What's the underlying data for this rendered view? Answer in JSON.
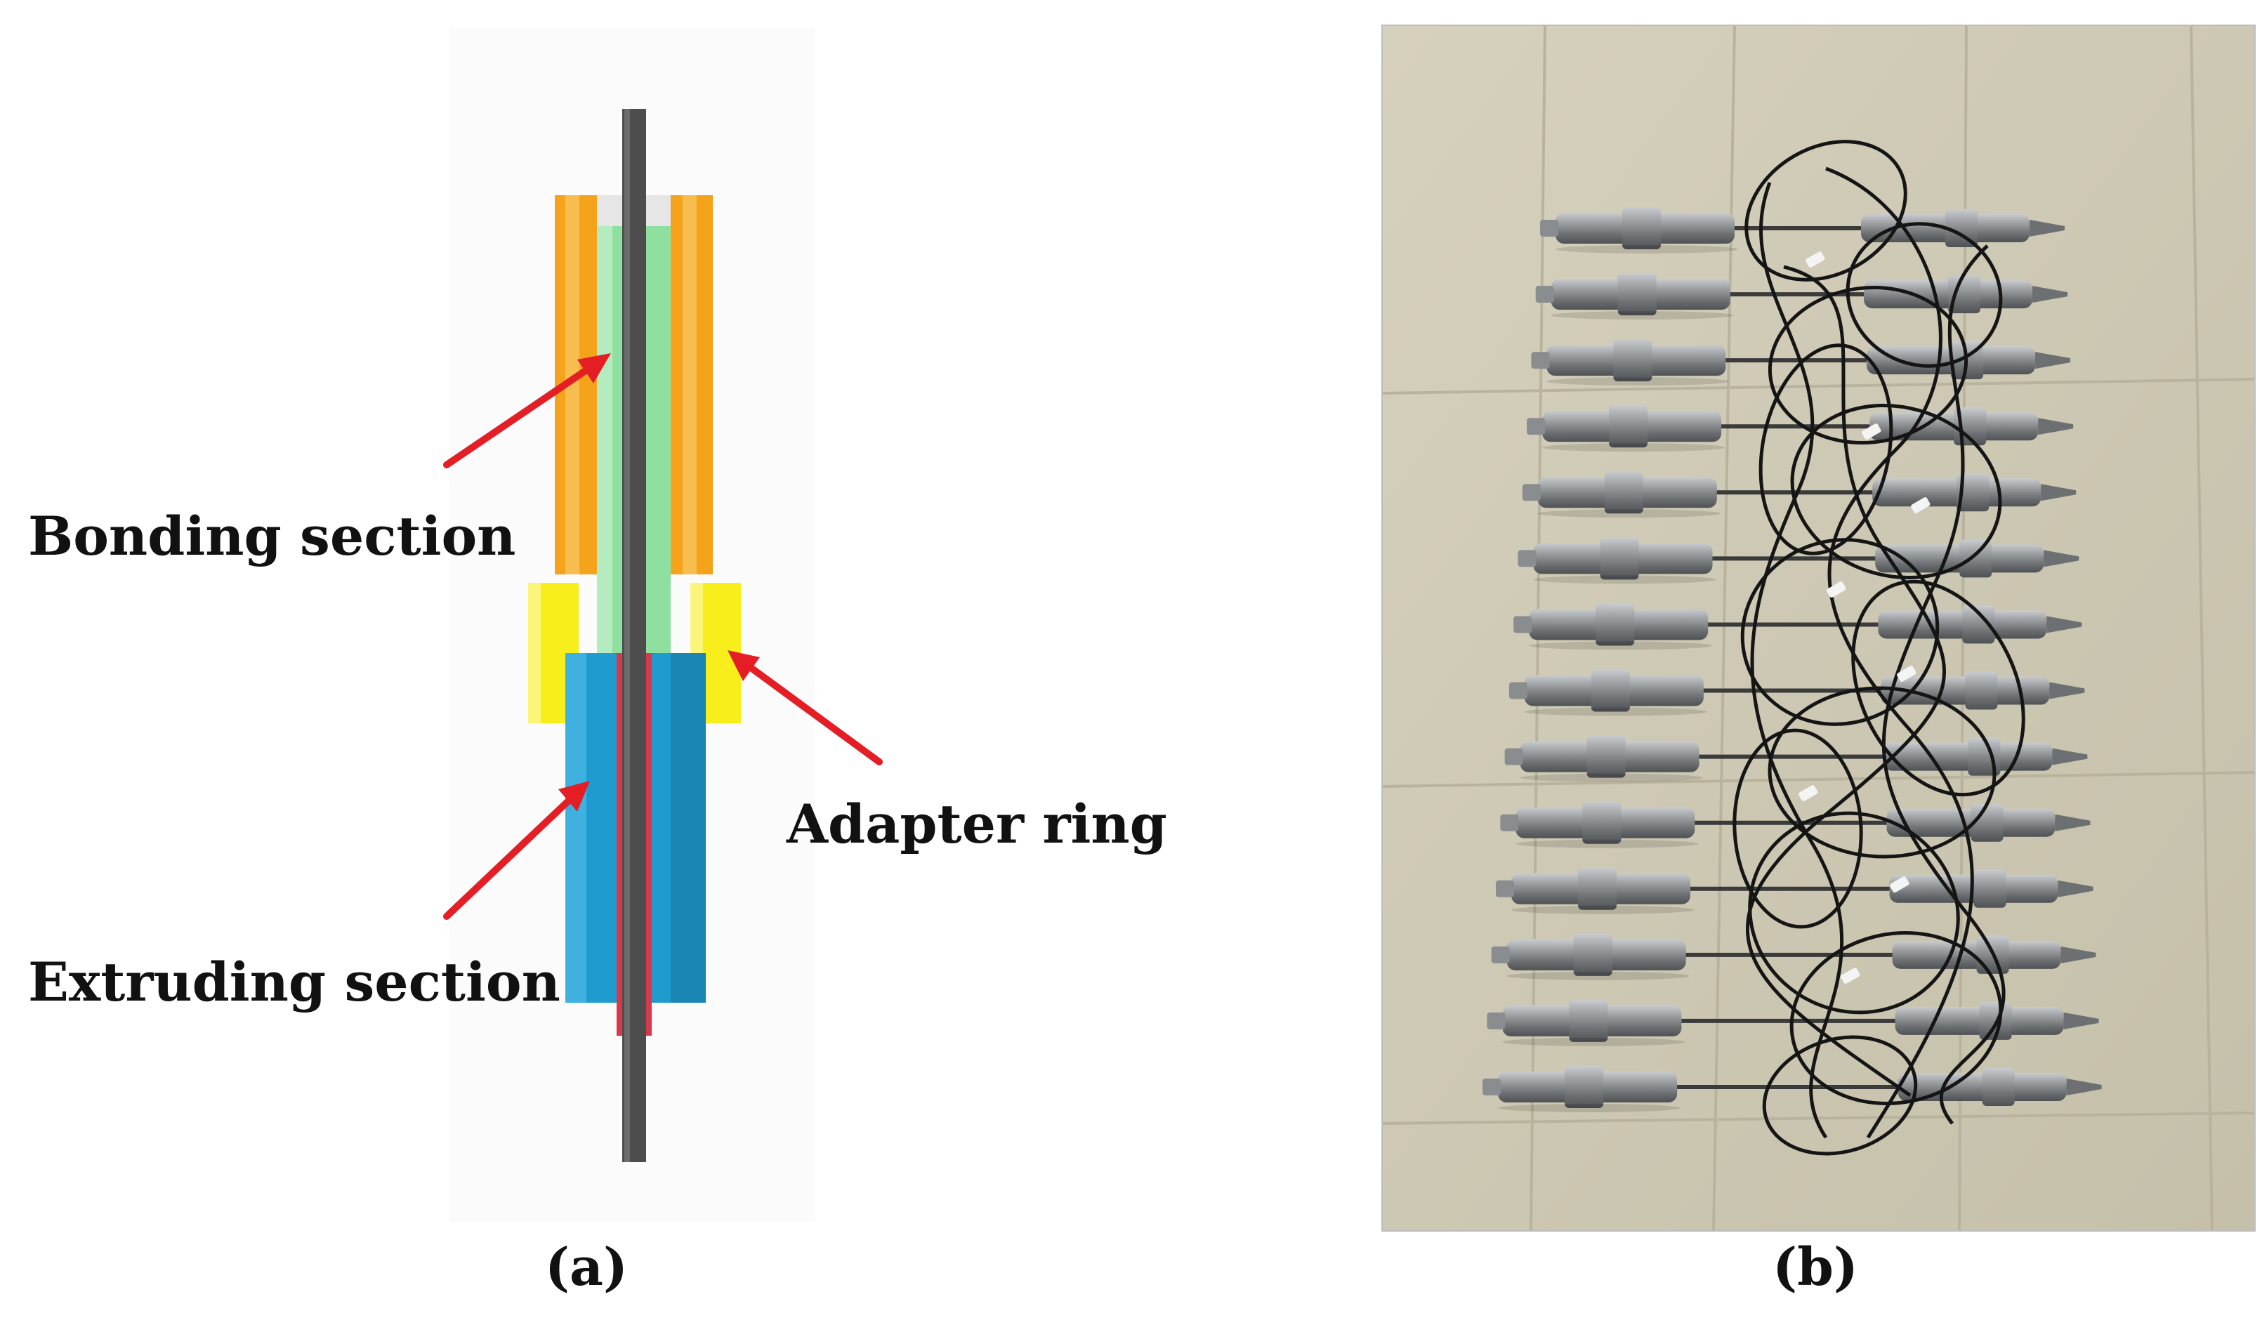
{
  "panel_a": {
    "labels": {
      "bonding": "Bonding section",
      "adapter": "Adapter ring",
      "extruding": "Extruding section"
    },
    "caption": {
      "open": "(",
      "letter": "a",
      "close": ")"
    },
    "colors": {
      "outer_sleeve": "#f5a31a",
      "grout": "#8fe0a0",
      "adapter_ring": "#f7ee1c",
      "extruding": "#1f9bcf",
      "rod": "#4d4d4d",
      "rod_core": "#d63a4a",
      "arrow": "#e41e25",
      "cap": "#e6e6e6"
    }
  },
  "panel_b": {
    "caption": {
      "open": "(",
      "letter": "b",
      "close": ")"
    },
    "colors": {
      "floor": "#cfcab6",
      "floor_grout_line": "#b9b39e",
      "anchor_metal": "#7a7d80",
      "anchor_highlight": "#c9ccce",
      "cable": "#151515",
      "tag": "#f4f4f4"
    },
    "icons": [
      "anchor-row-icon",
      "cable-bundle-icon"
    ]
  }
}
